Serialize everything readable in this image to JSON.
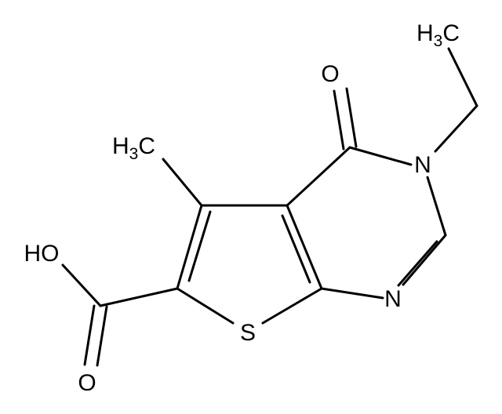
{
  "molecule": {
    "atoms": {
      "carbonyl_oxygen": "O",
      "n3": "N",
      "n1": "N",
      "sulfur": "S",
      "acid_oxygen": "O",
      "hydroxyl": "HO",
      "ethyl_ch3": {
        "main": "H",
        "sub": "3",
        "tail": "C"
      },
      "ring_ch3": {
        "main": "H",
        "sub": "3",
        "tail": "C"
      }
    }
  }
}
